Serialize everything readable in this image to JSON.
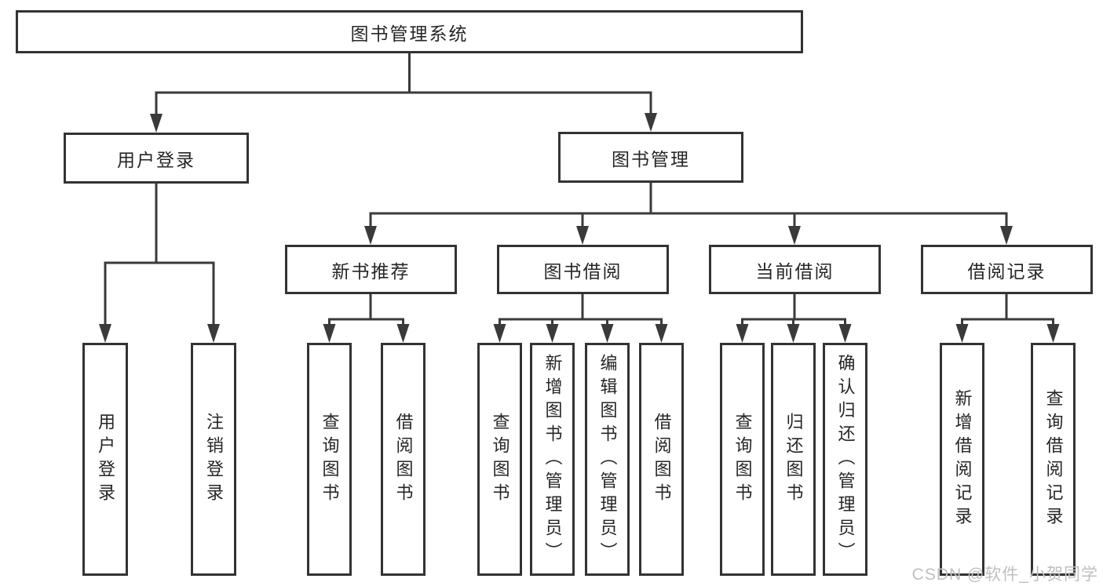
{
  "diagram": {
    "type": "tree",
    "root": {
      "label": "图书管理系统",
      "children": [
        {
          "label": "用户登录",
          "children": [
            {
              "label": "用户登录"
            },
            {
              "label": "注销登录"
            }
          ]
        },
        {
          "label": "图书管理",
          "children": [
            {
              "label": "新书推荐",
              "children": [
                {
                  "label": "查询图书"
                },
                {
                  "label": "借阅图书"
                }
              ]
            },
            {
              "label": "图书借阅",
              "children": [
                {
                  "label": "查询图书"
                },
                {
                  "label": "新增图书（管理员）"
                },
                {
                  "label": "编辑图书（管理员）"
                },
                {
                  "label": "借阅图书"
                }
              ]
            },
            {
              "label": "当前借阅",
              "children": [
                {
                  "label": "查询图书"
                },
                {
                  "label": "归还图书"
                },
                {
                  "label": "确认归还（管理员）"
                }
              ]
            },
            {
              "label": "借阅记录",
              "children": [
                {
                  "label": "新增借阅记录"
                },
                {
                  "label": "查询借阅记录"
                }
              ]
            }
          ]
        }
      ]
    }
  },
  "watermark": {
    "text": "CSDN @软件_小贺同学"
  },
  "colors": {
    "line": "#3a3a3a",
    "box_border": "#333333",
    "box_background": "#ffffff",
    "text": "#262626",
    "watermark": "#bfbfbf",
    "background": "#ffffff"
  }
}
